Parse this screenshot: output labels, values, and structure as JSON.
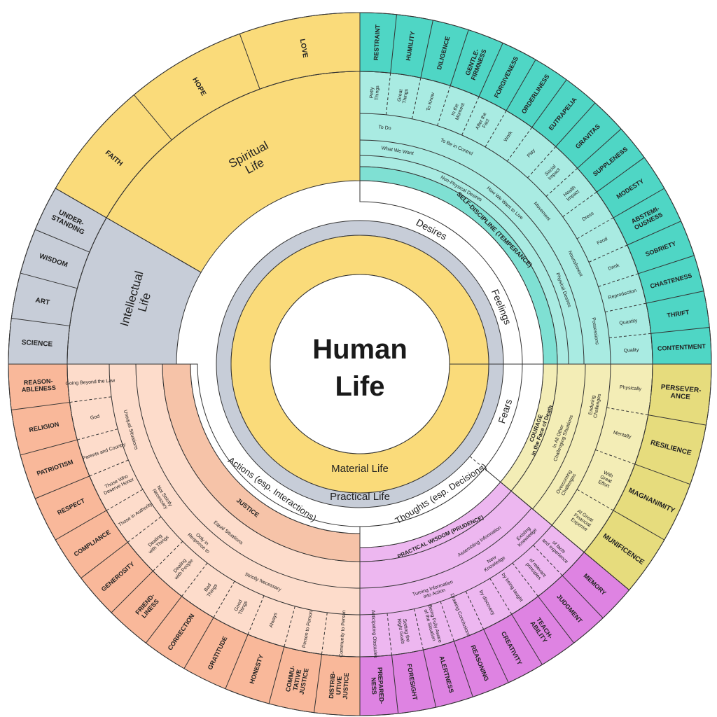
{
  "center": {
    "line1": "Human",
    "line2": "Life"
  },
  "rings": {
    "material_life": "Material Life",
    "practical_life": "Practical Life",
    "spiritual_life": [
      "Spiritual",
      "Life"
    ],
    "intellectual_life": [
      "Intellectual",
      "Life"
    ],
    "desires": "Desires",
    "feelings": "Feelings",
    "fears": "Fears",
    "thoughts": "Thoughts (esp. Decisions)",
    "actions": "Actions (esp. Interactions)"
  },
  "colors": {
    "spiritual": "#FADB7A",
    "intellectual": "#C7CDD8",
    "temperance_outer": "#4FD6C5",
    "temperance_inner": "#A9EBE2",
    "temperance_band": "#7FE0D3",
    "courage_outer": "#E6DC7D",
    "courage_inner": "#F3EDB6",
    "prudence_outer": "#DE83E2",
    "prudence_inner": "#EDB7F0",
    "justice_outer": "#F9B89A",
    "justice_inner": "#FDDCCB",
    "justice_band": "#F6C3A8",
    "material": "#FADB7A",
    "practical": "#C7CDD8"
  },
  "spiritual": {
    "outer": [
      "FAITH",
      "HOPE",
      "LOVE"
    ]
  },
  "intellectual": {
    "outer": [
      "UNDER-\nSTANDING",
      "WISDOM",
      "ART",
      "SCIENCE"
    ]
  },
  "temperance": {
    "band": "SELF-DISCIPLINE (TEMPERANCE)",
    "outer": [
      "RESTRAINT",
      "HUMILITY",
      "DILIGENCE",
      "GENTLE-\nFIRMNESS",
      "FORGIVENESS",
      "ORDERLINESS",
      "EUTRAPELIA",
      "GRAVITAS",
      "SUPPLENESS",
      "MODESTY",
      "ABSTEMI-\nOUSNESS",
      "SOBRIETY",
      "CHASTENESS",
      "THRIFT",
      "CONTENTMENT"
    ],
    "inner1": [
      "Petty\nThings",
      "Great\nThings",
      "To Know",
      "In the\nMoment",
      "After the\nFact",
      "Work",
      "Play",
      "Social\nImpact",
      "Health\nImpact",
      "Dress",
      "Food",
      "Drink",
      "Reproduction",
      "Quantity",
      "Quality"
    ],
    "inner2": [
      "To Do",
      "To Be in Control",
      "Movement",
      "Nourishment",
      "Possessions"
    ],
    "inner3": [
      "What We Want",
      "How We Want to Live",
      "Physical Desires"
    ],
    "inner4": [
      "Non-Physical Desires"
    ]
  },
  "courage": {
    "band": "COURAGE",
    "band_sub": "in the Face of Death",
    "outer": [
      "PERSEVER-\nANCE",
      "RESILIENCE",
      "MAGNANIMITY",
      "MUNIFICENCE"
    ],
    "inner1": [
      "Physically",
      "Mentally",
      "With\nGreat\nEffort",
      "At Great\nFinancial\nExpense"
    ],
    "inner2": [
      "Enduring\nChallenges",
      "Overcoming\nChallenges"
    ],
    "inner3": [
      "In All Other\nChallenging Situations"
    ]
  },
  "prudence": {
    "band": "PRACTICAL WISDOM (PRUDENCE)",
    "outer": [
      "MEMORY",
      "JUDGMENT",
      "TEACH-\nABILITY",
      "CREATIVITY",
      "REASONING",
      "ALERTNESS",
      "FORESIGHT",
      "PREPARED-\nNESS"
    ],
    "inner1": [
      "of facts\nand experience",
      "of relevant\nprinciples",
      "by being taught",
      "by discovery",
      "Drawing Conclusions",
      "Being Fully Aware\nof the Situation",
      "Setting the\nRight Goals",
      "Anticipating Obstacles"
    ],
    "inner2": [
      "Existing\nKnowledge",
      "New\nKnowledge",
      "Turning Information\ninto Action"
    ],
    "inner3": [
      "Assembling Information"
    ]
  },
  "justice": {
    "band": "JUSTICE",
    "outer": [
      "DISTRIB-\nUTIVE\nJUSTICE",
      "COMMU-\nTATIVE\nJUSTICE",
      "HONESTY",
      "GRATITUDE",
      "CORRECTION",
      "FRIEND-\nLINESS",
      "GENEROSITY",
      "COMPLIANCE",
      "RESPECT",
      "PATRIOTISM",
      "RELIGION",
      "REASON-\nABLENESS"
    ],
    "inner1": [
      "Community to Person",
      "Person to Person",
      "Always",
      "Good\nThings",
      "Bad\nThings",
      "Dealing\nwith People",
      "Dealing\nwith Things",
      "Those in Authority",
      "Those Who\nDeserve Honor",
      "Parents and Country",
      "God",
      "Going Beyond the Law"
    ],
    "inner2": [
      "Strictly Necessary",
      "Only in\nResponse to",
      "Not Strictly\nNecessary",
      "Unequal Situations"
    ],
    "inner3": [
      "Equal Situations"
    ]
  }
}
